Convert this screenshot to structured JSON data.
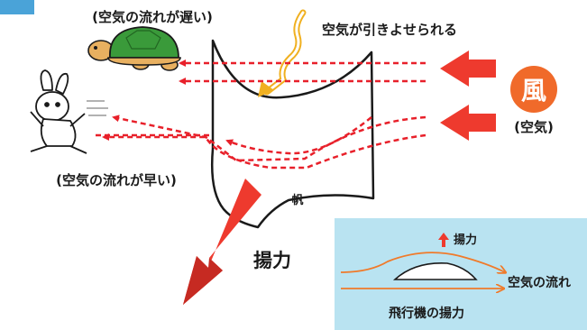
{
  "labels": {
    "slow_air": "(空気の流れが遅い)",
    "fast_air": "(空気の流れが早い)",
    "air_pulled": "空気が引きよせられる",
    "wind": "風",
    "wind_sub": "(空気)",
    "sail": "帆",
    "lift_big": "揚力"
  },
  "inset": {
    "lift_label": "揚力",
    "airflow_label": "空気の流れ",
    "caption": "飛行機の揚力"
  },
  "colors": {
    "red": "#ee3a2e",
    "dotted_red": "#e8202a",
    "turtle_green": "#3a9a3a",
    "inset_bg": "#b9e3f1",
    "inset_arrow": "#f07a2a",
    "wind_circle": "#f06a2a",
    "squiggle": "#f0b020"
  },
  "icons": {
    "turtle": "turtle-icon",
    "rabbit": "rabbit-icon",
    "wind_circle": "wind-circle-icon",
    "airplane_wing": "wing-icon"
  }
}
